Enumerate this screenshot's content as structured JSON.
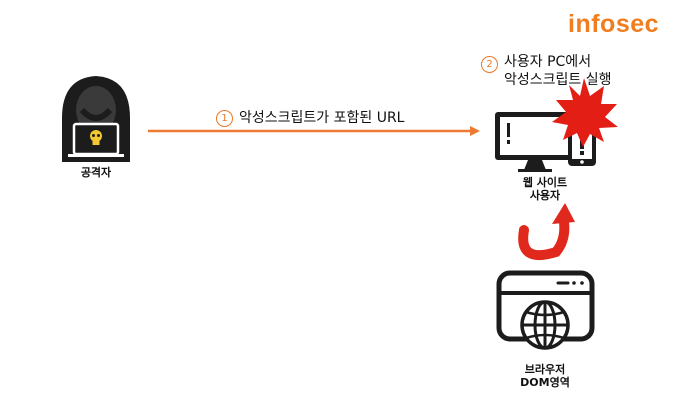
{
  "brand": {
    "text": "infosec",
    "color": "#f07d1e"
  },
  "attacker": {
    "label": "공격자",
    "icon": "hacker-icon"
  },
  "website": {
    "label_line1": "웹 사이트",
    "label_line2": "사용자",
    "icon": "monitor-phone-icon"
  },
  "browser": {
    "label_line1": "브라우저",
    "label_line2": "DOM영역",
    "icon": "browser-globe-icon"
  },
  "steps": [
    {
      "number": "1",
      "text": "악성스크립트가 포함된 URL"
    },
    {
      "number": "2",
      "line1": "사용자 PC에서",
      "line2": "악성스크립트 실행"
    }
  ],
  "colors": {
    "accent": "#e8792b",
    "arrow": "#ec7a32",
    "alert_red": "#e31e14",
    "curved_arrow": "#e0281c",
    "icon_dark": "#1c1c1c",
    "skull": "#f3c632"
  }
}
